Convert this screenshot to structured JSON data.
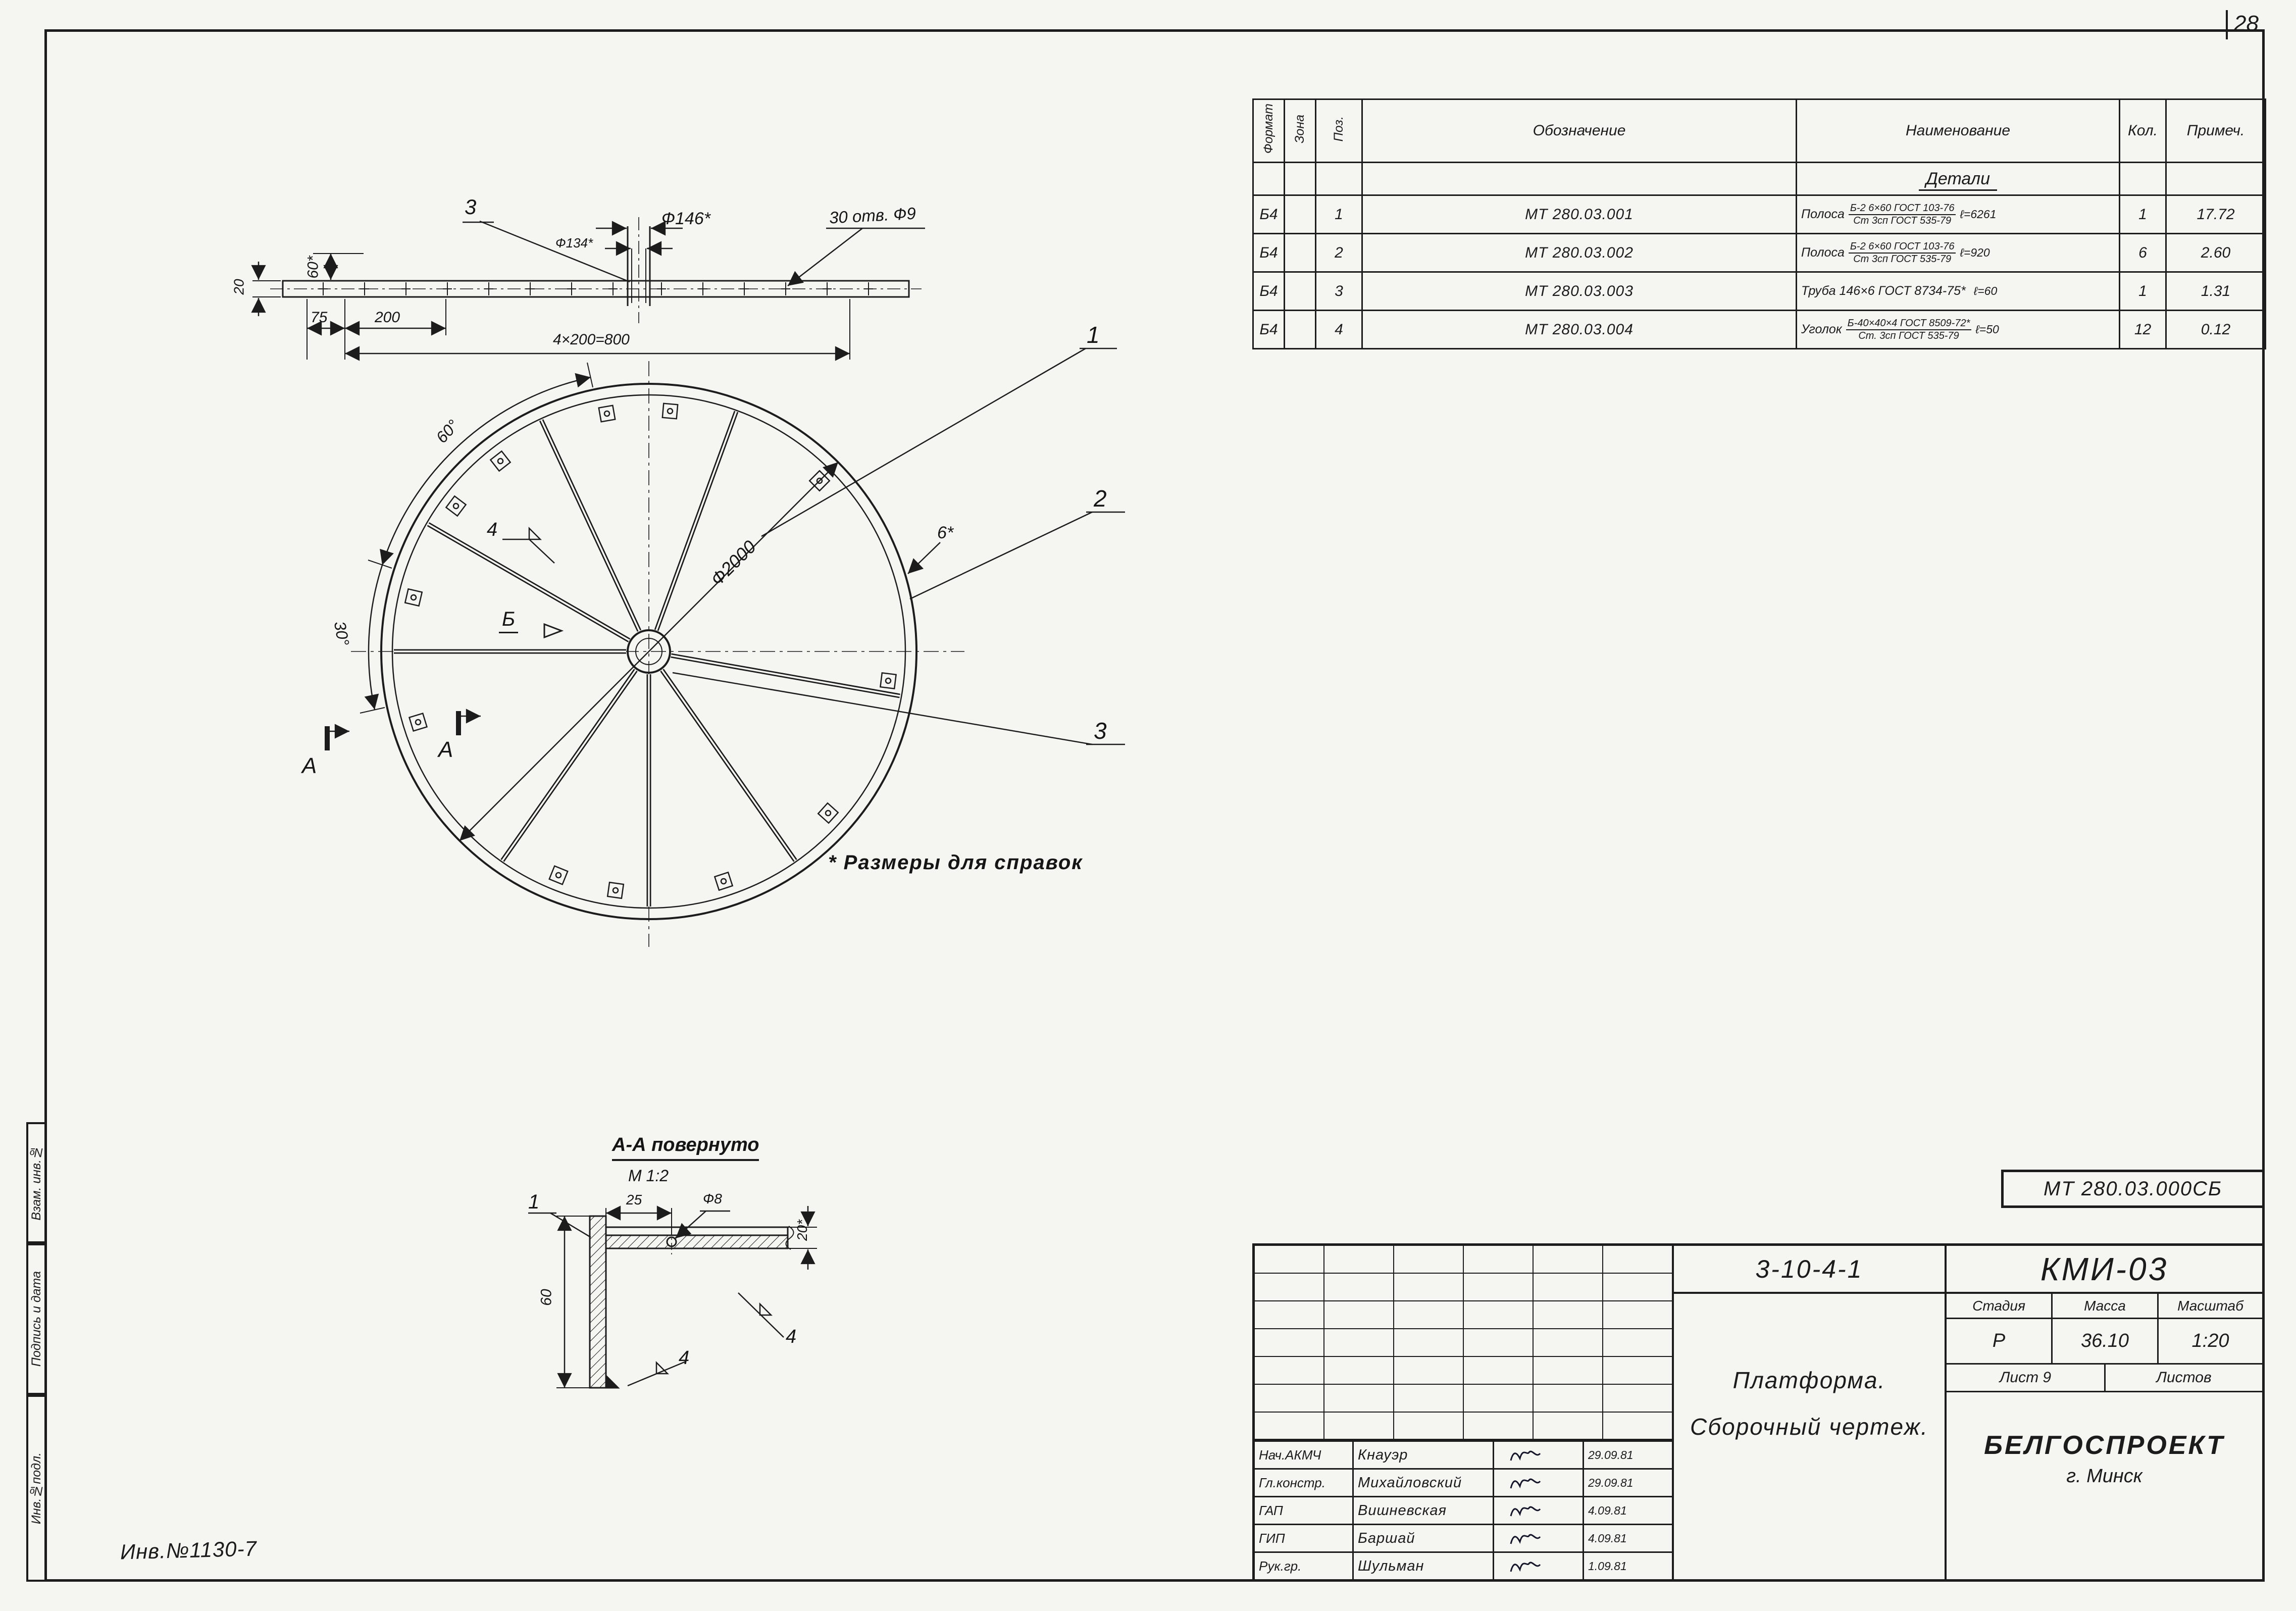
{
  "page": {
    "number": "28"
  },
  "side_stamp": {
    "labels": [
      "Взам. инв.№",
      "Подпись и дата",
      "Инв.№подл."
    ],
    "inv_note": "Инв.№1130-7"
  },
  "spec_table": {
    "headers": {
      "format": "Формат",
      "zone": "Зона",
      "pos": "Поз.",
      "designation": "Обозначение",
      "name": "Наименование",
      "qty": "Кол.",
      "note": "Примеч."
    },
    "section_title": "Детали",
    "rows": [
      {
        "format": "Б4",
        "zone": "",
        "pos": "1",
        "designation": "МТ 280.03.001",
        "name_pre": "Полоса",
        "frac_top": "Б-2 6×60 ГОСТ 103-76",
        "frac_bottom": "Ст 3сп ГОСТ 535-79",
        "name_suffix": "ℓ=6261",
        "qty": "1",
        "note": "17.72"
      },
      {
        "format": "Б4",
        "zone": "",
        "pos": "2",
        "designation": "МТ 280.03.002",
        "name_pre": "Полоса",
        "frac_top": "Б-2 6×60 ГОСТ 103-76",
        "frac_bottom": "Ст 3сп ГОСТ 535-79",
        "name_suffix": "ℓ=920",
        "qty": "6",
        "note": "2.60"
      },
      {
        "format": "Б4",
        "zone": "",
        "pos": "3",
        "designation": "МТ 280.03.003",
        "name_pre": "Труба 146×6 ГОСТ 8734-75*",
        "frac_top": "",
        "frac_bottom": "",
        "name_suffix": "ℓ=60",
        "qty": "1",
        "note": "1.31"
      },
      {
        "format": "Б4",
        "zone": "",
        "pos": "4",
        "designation": "МТ 280.03.004",
        "name_pre": "Уголок",
        "frac_top": "Б-40×40×4 ГОСТ 8509-72*",
        "frac_bottom": "Ст. 3сп ГОСТ 535-79",
        "name_suffix": "ℓ=50",
        "qty": "12",
        "note": "0.12"
      }
    ]
  },
  "drawing": {
    "strip": {
      "c3": "3",
      "d146": "Ф146*",
      "d134": "Ф134*",
      "holes": "30 отв. Ф9",
      "t20": "20",
      "t60": "60*",
      "t75": "75",
      "t200": "200",
      "t800": "4×200=800"
    },
    "plan": {
      "a60": "60°",
      "a30": "30°",
      "w4": "4",
      "vb": "Б",
      "sa": "А",
      "d2000": "Ф2000",
      "t6": "6*",
      "c1": "1",
      "c2": "2",
      "c3": "3"
    },
    "note": "* Размеры для справок",
    "section": {
      "title": "А-А повернуто",
      "scale": "М 1:2",
      "c1": "1",
      "t25": "25",
      "d8": "Ф8",
      "t20": "20*",
      "t60": "60",
      "c4": "4"
    }
  },
  "doc_stamp": "МТ 280.03.000СБ",
  "title_block": {
    "doc_number": "3-10-4-1",
    "doc_code": "КМИ-03",
    "title_line1": "Платформа.",
    "title_line2": "Сборочный чертеж.",
    "stage_header": "Стадия",
    "mass_header": "Масса",
    "scale_header": "Масштаб",
    "stage": "Р",
    "mass": "36.10",
    "scale": "1:20",
    "sheet_label": "Лист 9",
    "sheets_label": "Листов",
    "org_name": "БЕЛГОСПРОЕКТ",
    "org_city": "г. Минск",
    "signatures": [
      {
        "role": "Нач.АКМЧ",
        "name": "Кнауэр",
        "date": "29.09.81"
      },
      {
        "role": "Гл.констр.",
        "name": "Михайловский",
        "date": "29.09.81"
      },
      {
        "role": "ГАП",
        "name": "Вишневская",
        "date": "4.09.81"
      },
      {
        "role": "ГИП",
        "name": "Баршай",
        "date": "4.09.81"
      },
      {
        "role": "Рук.гр.",
        "name": "Шульман",
        "date": "1.09.81"
      }
    ]
  }
}
